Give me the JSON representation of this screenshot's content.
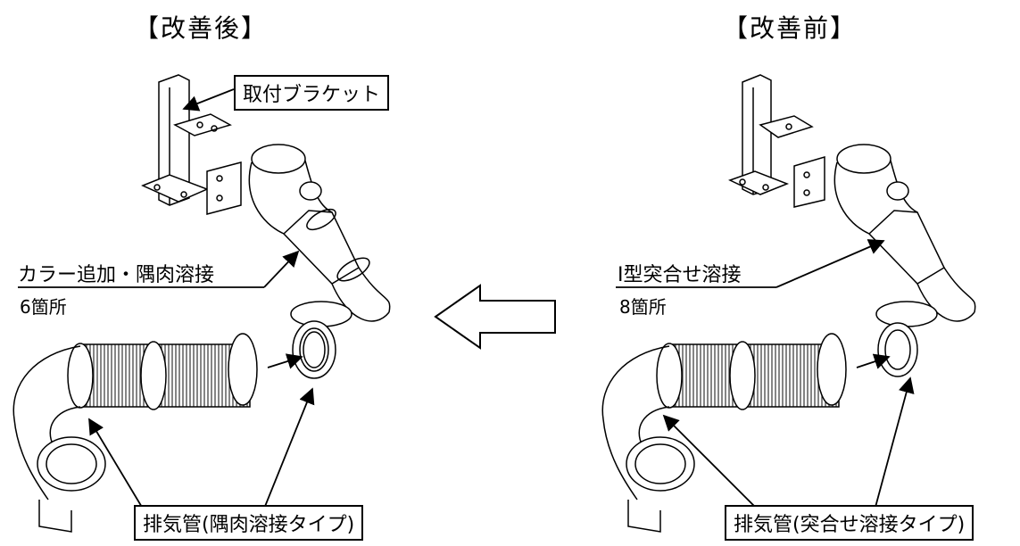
{
  "after": {
    "title": "【改善後】",
    "bracket_label": "取付ブラケット",
    "weld_label": "カラー追加・隅肉溶接",
    "weld_count": "6箇所",
    "pipe_label": "排気管(隅肉溶接タイプ)"
  },
  "before": {
    "title": "【改善前】",
    "weld_label": "I型突合せ溶接",
    "weld_count": "8箇所",
    "pipe_label": "排気管(突合せ溶接タイプ)"
  },
  "arrow_icon": "left-arrow-icon"
}
